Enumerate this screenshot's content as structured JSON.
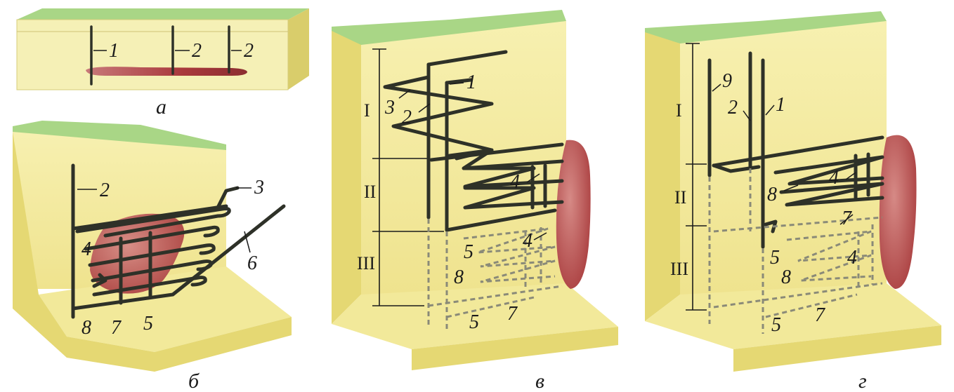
{
  "panels": [
    {
      "caption": "а",
      "labels": [
        "1",
        "2",
        "2"
      ]
    },
    {
      "caption": "б",
      "labels": [
        "2",
        "3",
        "4",
        "6",
        "8",
        "7",
        "5"
      ]
    },
    {
      "caption": "в",
      "labels": [
        "1",
        "3",
        "2",
        "4",
        "5",
        "4",
        "8",
        "5",
        "7"
      ],
      "zones": [
        "I",
        "II",
        "III"
      ]
    },
    {
      "caption": "г",
      "labels": [
        "9",
        "2",
        "1",
        "4",
        "8",
        "7",
        "5",
        "4",
        "8",
        "5",
        "7"
      ],
      "zones": [
        "I",
        "II",
        "III"
      ]
    }
  ],
  "colors": {
    "ground": "#f4ec9a",
    "ground_side": "#e3d772",
    "grass": "#9ccf7a",
    "orebody": "#b2474a",
    "rod": "#2e3128"
  }
}
